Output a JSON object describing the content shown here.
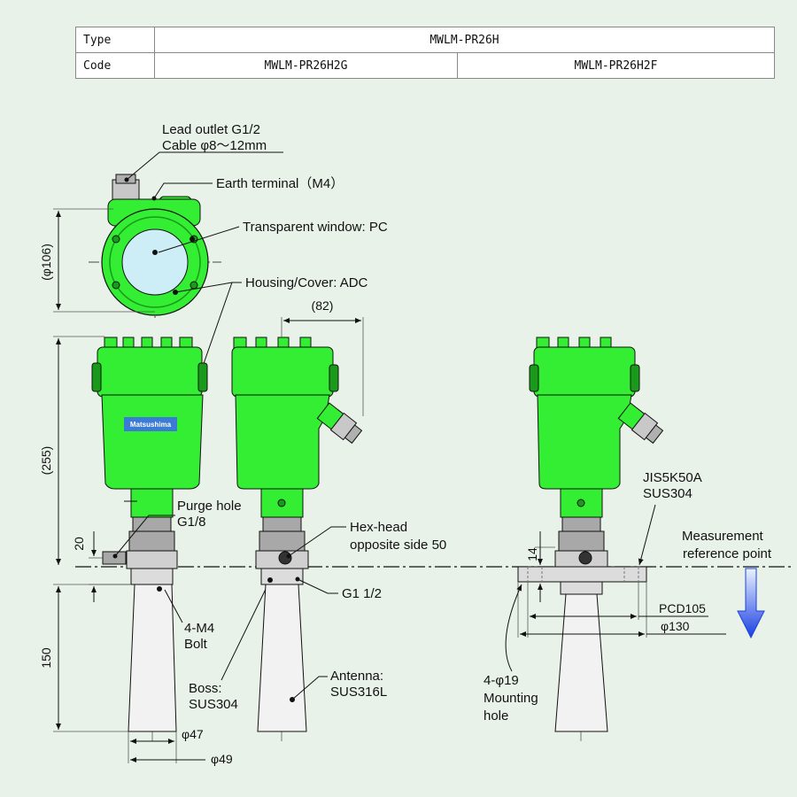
{
  "table": {
    "row1": {
      "header": "Type",
      "value": "MWLM-PR26H"
    },
    "row2": {
      "header": "Code",
      "value_left": "MWLM-PR26H2G",
      "value_right": "MWLM-PR26H2F"
    }
  },
  "labels": {
    "lead_outlet_1": "Lead outlet G1/2",
    "lead_outlet_2": "Cable φ8～12mm",
    "earth_terminal": "Earth terminal（M4）",
    "transparent_window": "Transparent window: PC",
    "housing_cover": "Housing/Cover: ADC",
    "purge_hole_1": "Purge hole",
    "purge_hole_2": "G1/8",
    "hex_head_1": "Hex-head",
    "hex_head_2": "opposite side 50",
    "g1_half": "G1 1/2",
    "bolt_1": "4-M4",
    "bolt_2": "Bolt",
    "boss_1": "Boss:",
    "boss_2": "SUS304",
    "antenna_1": "Antenna:",
    "antenna_2": "SUS316L",
    "flange_1": "JIS5K50A",
    "flange_2": "SUS304",
    "measurement_1": "Measurement",
    "measurement_2": "reference point",
    "mounting_1": "4-φ19",
    "mounting_2": "Mounting",
    "mounting_3": "hole",
    "brand": "Matsushima"
  },
  "dimensions": {
    "phi106": "(φ106)",
    "d82": "(82)",
    "d255": "(255)",
    "d20": "20",
    "d150": "150",
    "phi47": "φ47",
    "phi49": "φ49",
    "d14": "14",
    "pcd105": "PCD105",
    "phi130": "φ130"
  },
  "colors": {
    "housing_green": "#33ee33",
    "housing_dark": "#1a9a1a",
    "window": "#cdeef7",
    "metal": "#a8a8a8",
    "metal_light": "#dcdcdc",
    "antenna": "#f2f2f2",
    "arrow": "#1a50e0",
    "background": "#e9f2e9"
  }
}
